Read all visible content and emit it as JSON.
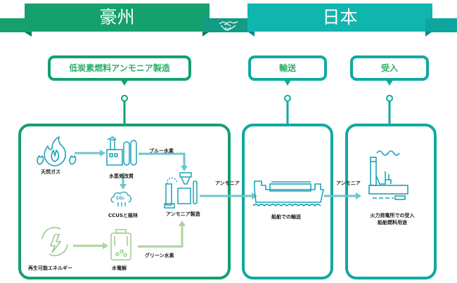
{
  "header": {
    "left_title": "豪州",
    "right_title": "日本",
    "center_icon": "handshake-icon"
  },
  "colors": {
    "australia_green": "#15A06E",
    "australia_green_dark": "#0E7A52",
    "japan_teal": "#10B5AE",
    "japan_teal_dark": "#0A8A84",
    "handshake_bg": "#129B86",
    "blue_arrow": "#6CC4CF",
    "green_arrow": "#A8D59A",
    "icon_blue": "#1AA3B8",
    "icon_green": "#9ACB8E"
  },
  "stages": [
    {
      "label": "低炭素燃料アンモニア製造"
    },
    {
      "label": "輸送"
    },
    {
      "label": "受入"
    }
  ],
  "production": {
    "natural_gas": "天然ガス",
    "steam_reforming": "水蒸気改質",
    "ccus": "CCUSと植林",
    "co2": "CO₂",
    "blue_hydrogen": "ブルー水素",
    "ammonia_production": "アンモニア製造",
    "renewable_energy": "再生可能エネルギー",
    "electrolysis": "水電解",
    "green_hydrogen": "グリーン水素"
  },
  "flows": {
    "ammonia_to_ship": "アンモニア",
    "ammonia_to_receive": "アンモニア"
  },
  "transport": {
    "ship_label": "船舶での輸送"
  },
  "receiving": {
    "line1": "火力発電所での受入",
    "line2": "船舶燃料用途"
  }
}
